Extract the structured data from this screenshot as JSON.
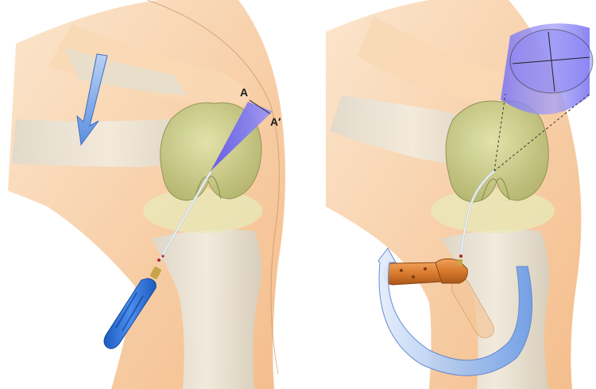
{
  "figure": {
    "left_panel": {
      "label_a": "A",
      "label_a_prime": "A′",
      "instrument": "straight-handle-tool",
      "force_arrow": "down-left-arrow"
    },
    "right_panel": {
      "instrument": "angled-handle-tool",
      "rotation_arrow": "curved-rotation-arrow",
      "field_shape": "cone-of-view"
    },
    "colors": {
      "skin": "#f6c79a",
      "bone": "#e6e4d6",
      "cartilage": "#c9cc86",
      "view_cone": "#6f67f2",
      "arrow_blue": "#7fa8e8",
      "handle_blue": "#2f73d6",
      "handle_orange": "#d77a2c"
    }
  }
}
